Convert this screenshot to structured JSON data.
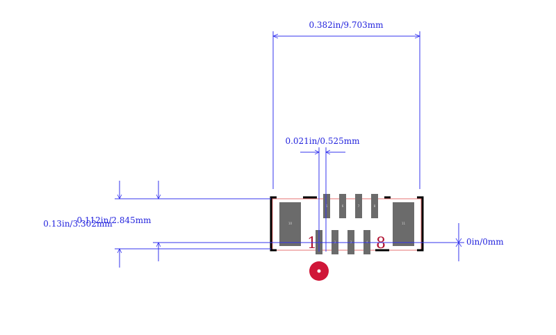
{
  "dimensions": {
    "overall_width": "0.382in/9.703mm",
    "pad_width": "0.021in/0.525mm",
    "body_height": "0.112in/2.845mm",
    "overall_height": "0.13in/3.302mm",
    "origin_offset": "0in/0mm"
  },
  "pin_markers": {
    "first": "1",
    "last": "8"
  },
  "pads": {
    "top": [
      "5",
      "6",
      "7",
      "8"
    ],
    "bottom": [
      "1",
      "2",
      "3",
      "4"
    ],
    "left": "10",
    "right": "11"
  },
  "colors": {
    "dimension": "#3333ee",
    "pad": "#6b6b6b",
    "silkscreen": "#000000",
    "pin_marker": "#b01030",
    "courtyard": "#e05050"
  }
}
